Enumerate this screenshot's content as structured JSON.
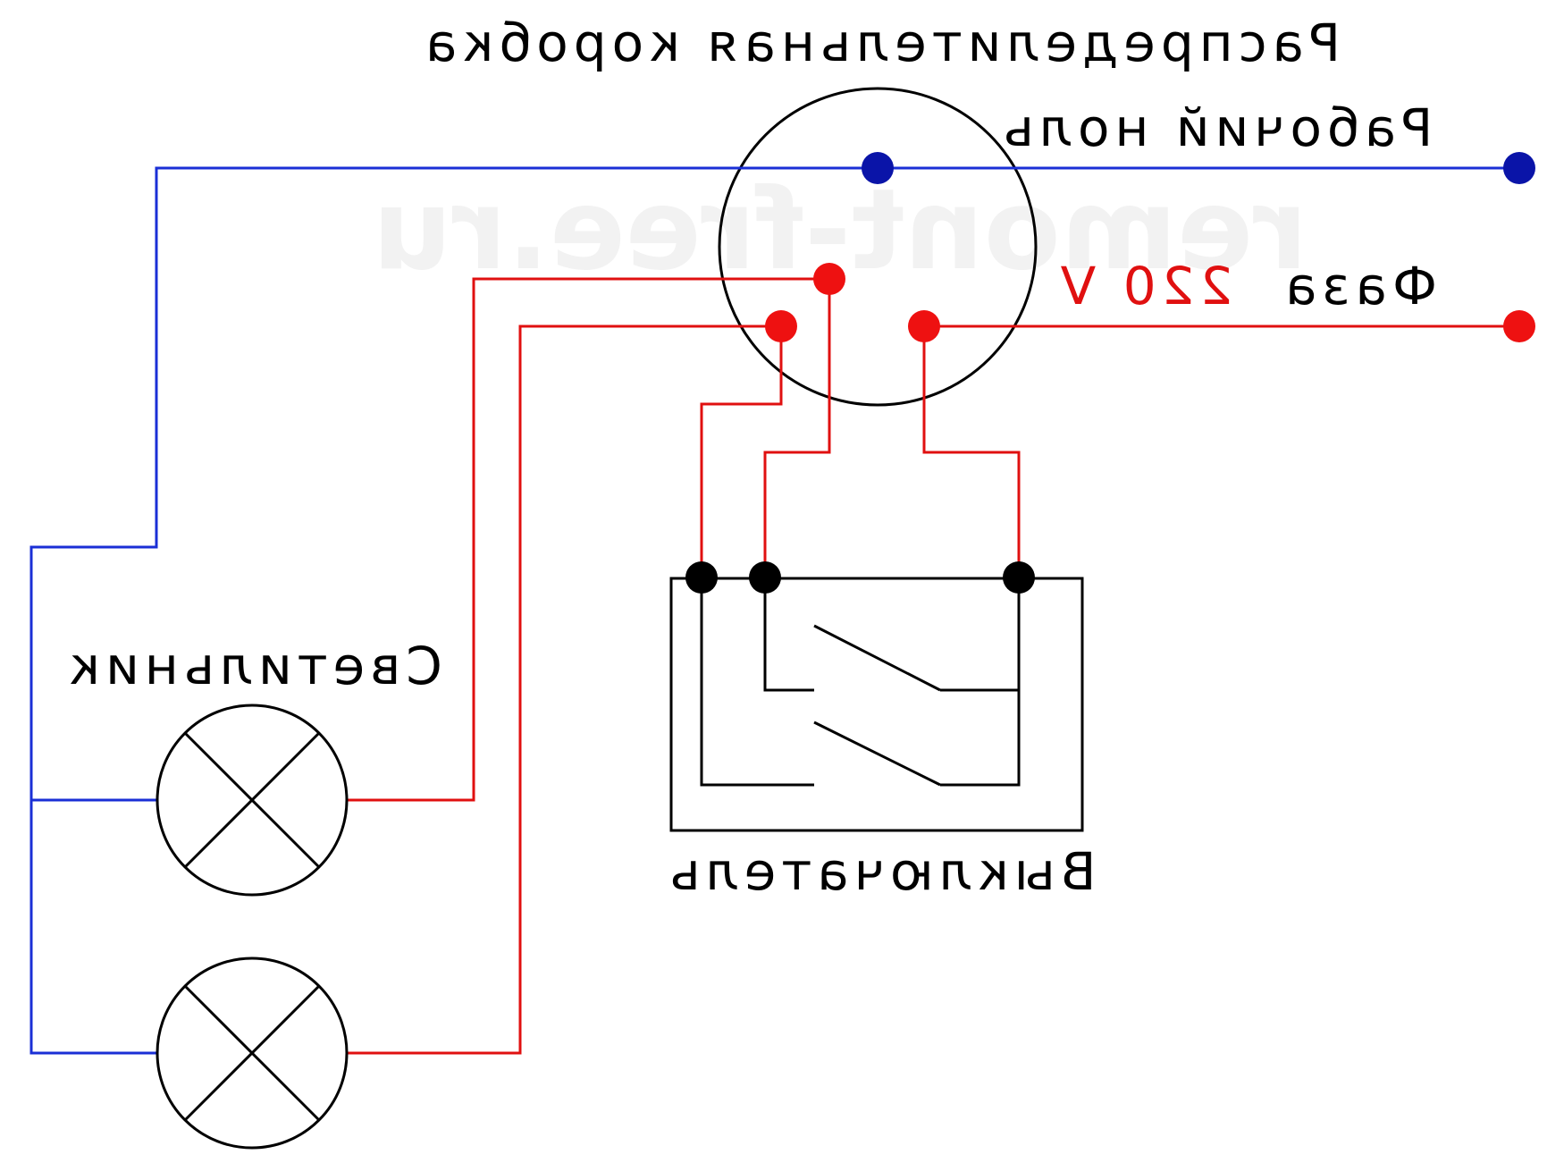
{
  "labels": {
    "junction_box": "Распределительная коробка",
    "neutral": "Рабочий ноль",
    "phase": "Фаза",
    "voltage": "220 V",
    "lamp": "Светильник",
    "switch": "Выключатель",
    "watermark": "remont-free.ru"
  },
  "colors": {
    "neutral_wire": "#1a2fd6",
    "neutral_dot": "#0a14a8",
    "phase_wire": "#e01010",
    "phase_dot": "#ee1111",
    "outline": "#000000",
    "watermark": "#f2f2f2"
  },
  "rendering": {
    "text_mirrored": true
  }
}
